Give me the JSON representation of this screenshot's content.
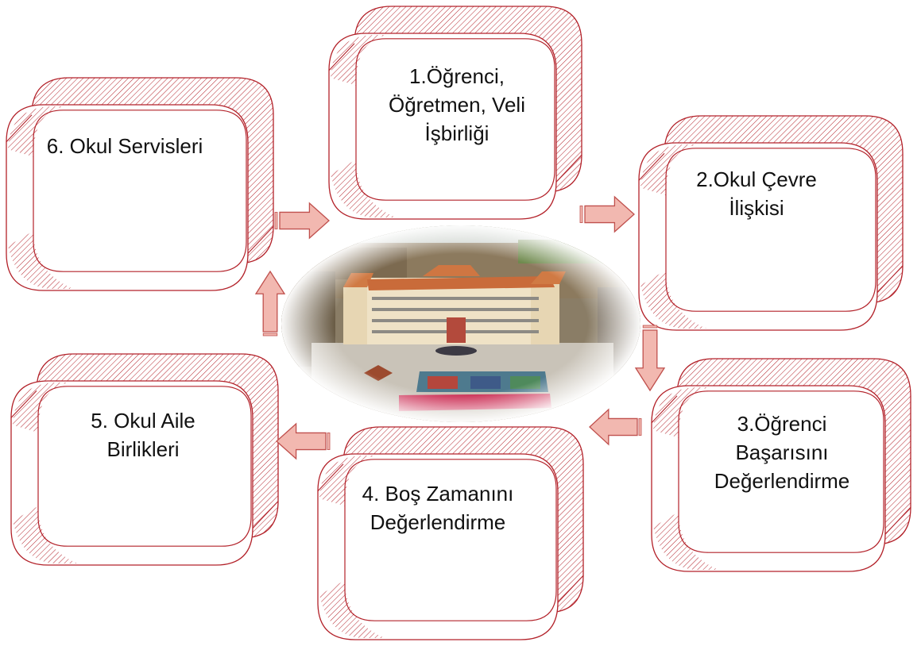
{
  "diagram": {
    "nodes": [
      {
        "id": "n1",
        "label": "1.Öğrenci,\nÖğretmen, Veli\nİşbirliği"
      },
      {
        "id": "n2",
        "label": "2.Okul Çevre\nİlişkisi"
      },
      {
        "id": "n3",
        "label": "3.Öğrenci\nBaşarısını\nDeğerlendirme"
      },
      {
        "id": "n4",
        "label": "4. Boş Zamanını\nDeğerlendirme"
      },
      {
        "id": "n5",
        "label": "5. Okul Aile\nBirlikleri"
      },
      {
        "id": "n6",
        "label": "6. Okul Servisleri"
      }
    ],
    "edges": [
      {
        "from": "n6",
        "to": "n1"
      },
      {
        "from": "n1",
        "to": "n2"
      },
      {
        "from": "n2",
        "to": "n3"
      },
      {
        "from": "n3",
        "to": "n4"
      },
      {
        "from": "n4",
        "to": "n5"
      },
      {
        "from": "n5",
        "to": "n6"
      }
    ],
    "center_image": "aerial-photo-of-school-building",
    "caption_partial": ""
  },
  "colors": {
    "outline": "#b3222a",
    "arrow_fill": "#f2b8b0",
    "arrow_stroke": "#c0504d"
  }
}
